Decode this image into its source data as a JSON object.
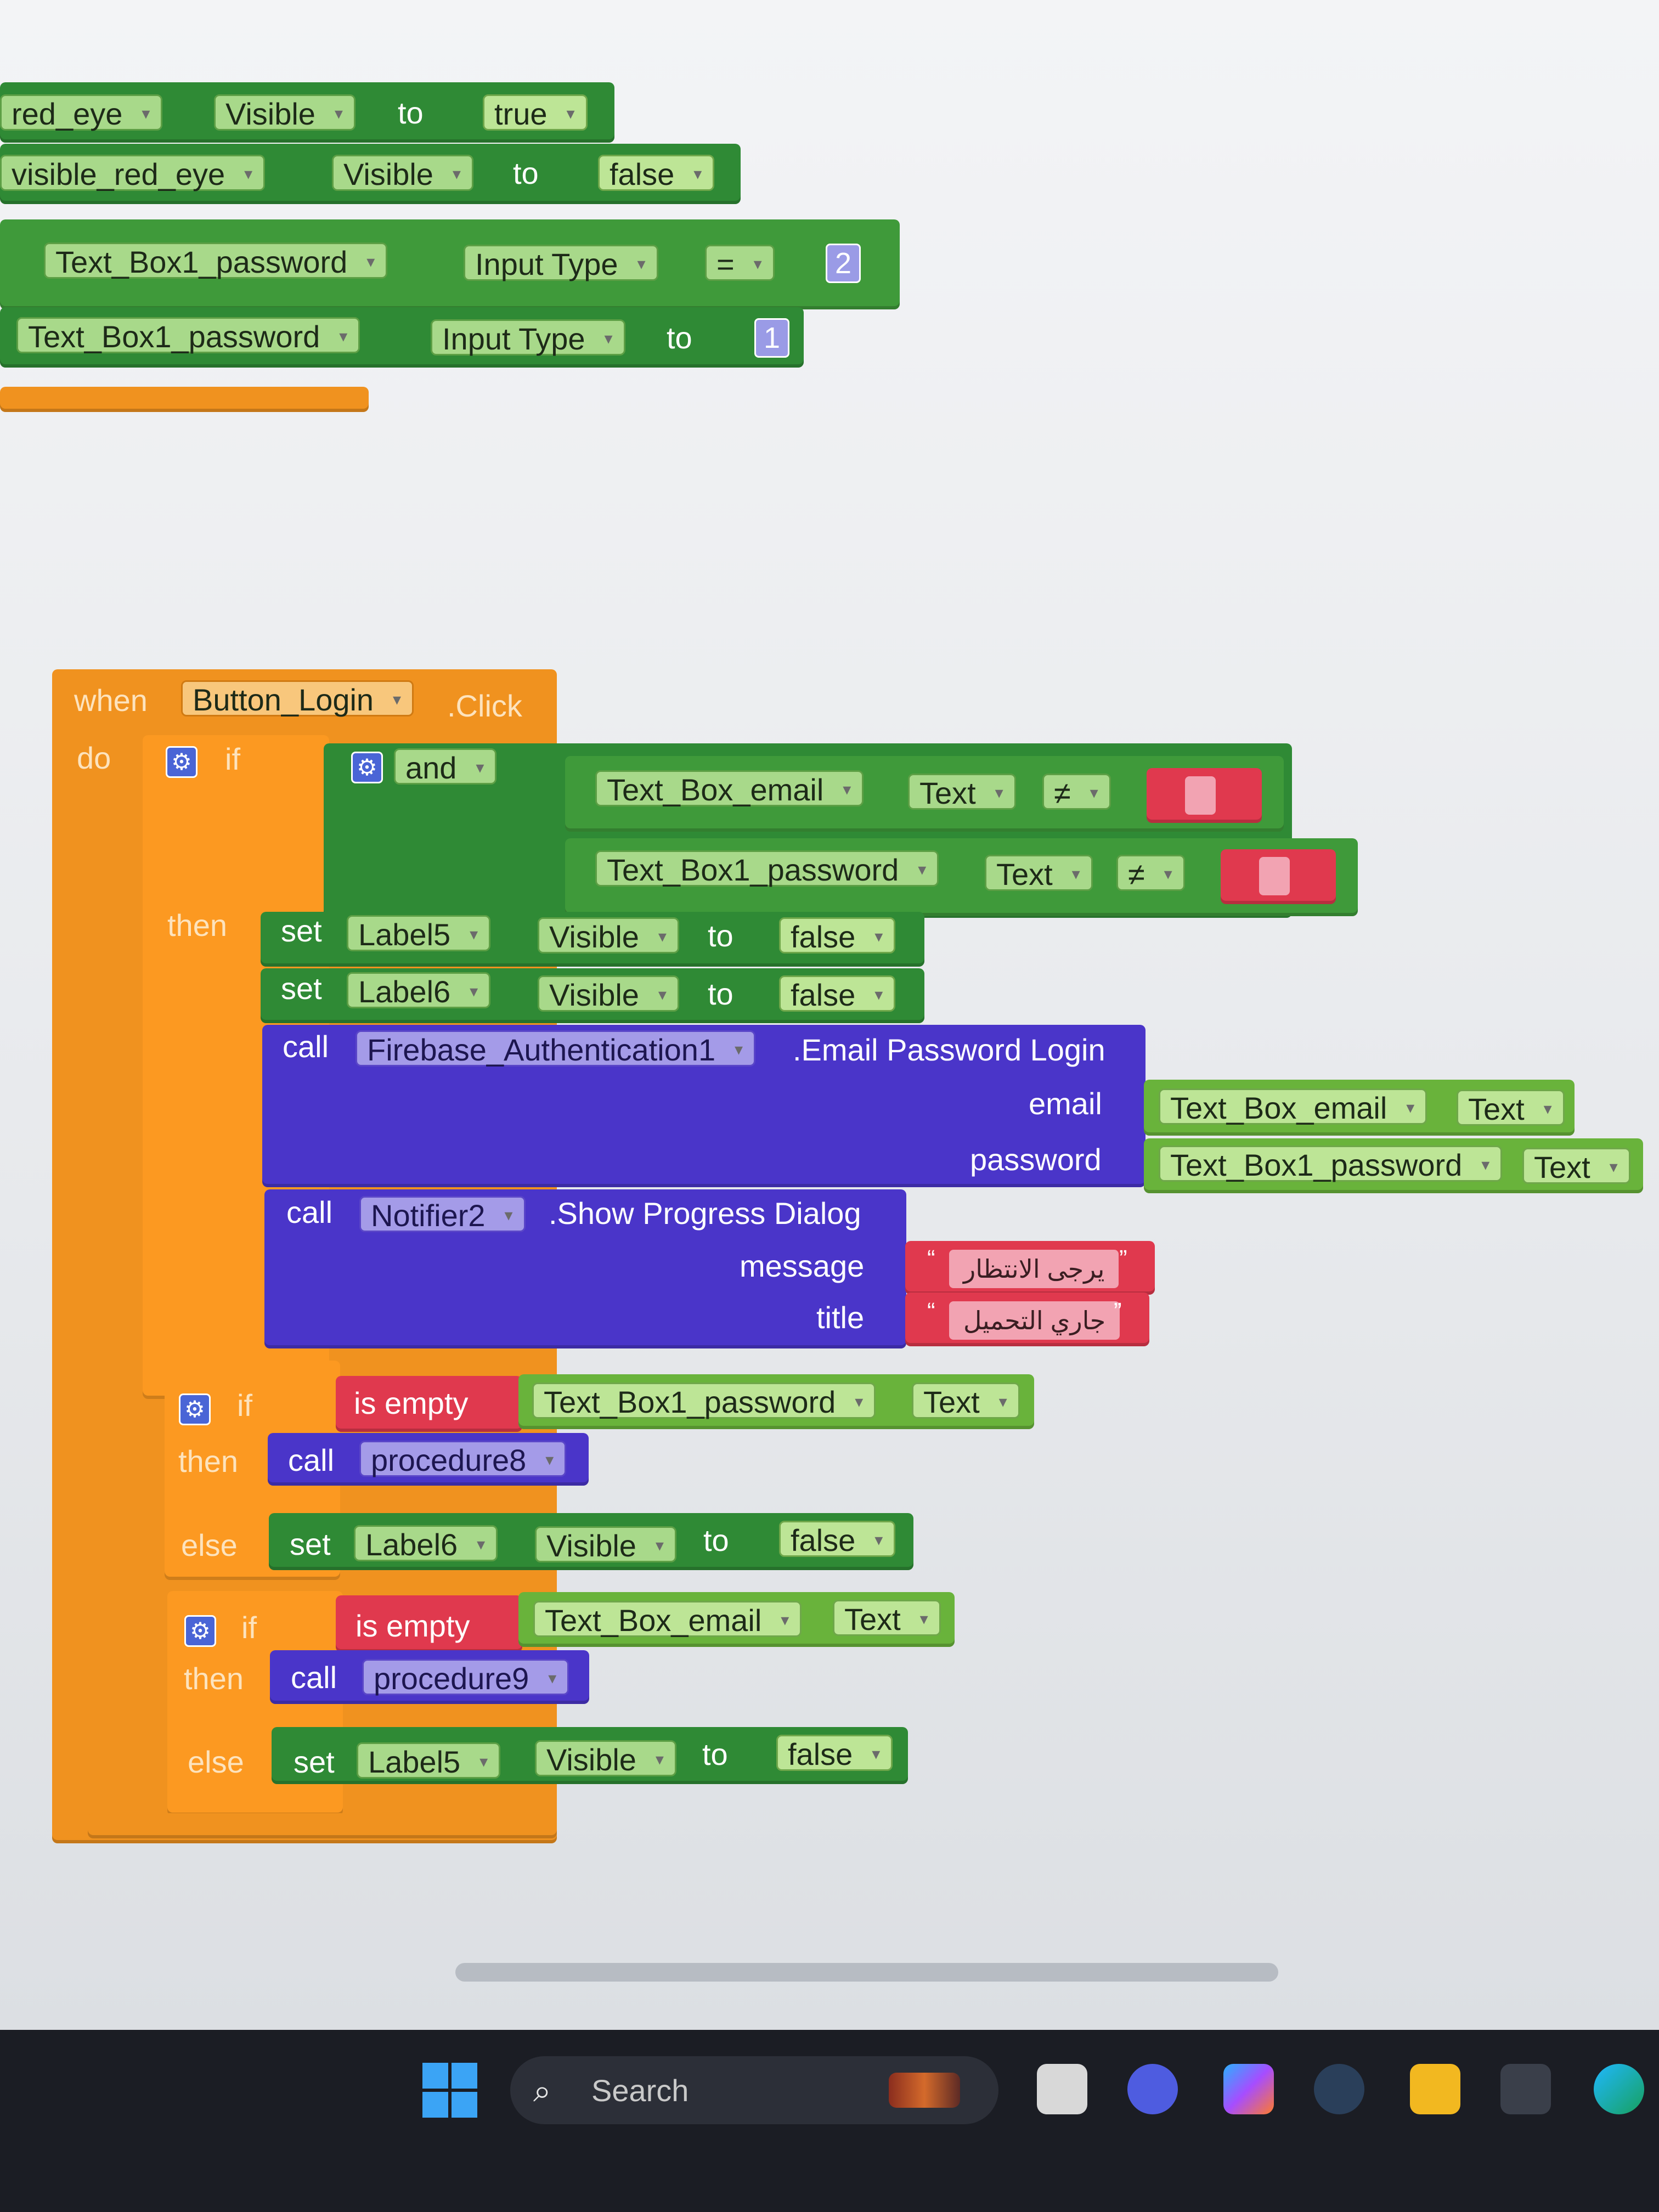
{
  "blocks": {
    "top": {
      "row1": {
        "component": "red_eye",
        "property": "Visible",
        "to": "to",
        "value": "true"
      },
      "row2": {
        "component": "visible_red_eye",
        "property": "Visible",
        "to": "to",
        "value": "false"
      },
      "row3": {
        "component": "Text_Box1_password",
        "property": "Input Type",
        "op": "=",
        "value": "2"
      },
      "row4": {
        "component": "Text_Box1_password",
        "property": "Input Type",
        "to": "to",
        "value": "1"
      }
    },
    "event": {
      "when": "when",
      "component": "Button_Login",
      "event": ".Click",
      "do": "do",
      "if": "if",
      "and": "and",
      "cond1": {
        "component": "Text_Box_email",
        "property": "Text",
        "op": "≠"
      },
      "cond2": {
        "component": "Text_Box1_password",
        "property": "Text",
        "op": "≠"
      },
      "then": "then",
      "set1": {
        "set": "set",
        "component": "Label5",
        "property": "Visible",
        "to": "to",
        "value": "false"
      },
      "set2": {
        "set": "set",
        "component": "Label6",
        "property": "Visible",
        "to": "to",
        "value": "false"
      },
      "call1": {
        "call": "call",
        "component": "Firebase_Authentication1",
        "method": ".Email Password Login",
        "email_label": "email",
        "password_label": "password",
        "email_comp": "Text_Box_email",
        "email_prop": "Text",
        "password_comp": "Text_Box1_password",
        "password_prop": "Text"
      },
      "call2": {
        "call": "call",
        "component": "Notifier2",
        "method": ".Show Progress Dialog",
        "message_label": "message",
        "title_label": "title",
        "message_value": "يرجى الانتظار",
        "title_value": "جاري التحميل"
      },
      "if2": {
        "if": "if",
        "is_empty": "is empty",
        "component": "Text_Box1_password",
        "property": "Text",
        "then": "then",
        "call": "call",
        "procedure": "procedure8",
        "else": "else",
        "set": "set",
        "else_component": "Label6",
        "else_property": "Visible",
        "to": "to",
        "else_value": "false"
      },
      "if3": {
        "if": "if",
        "is_empty": "is empty",
        "component": "Text_Box_email",
        "property": "Text",
        "then": "then",
        "call": "call",
        "procedure": "procedure9",
        "else": "else",
        "set": "set",
        "else_component": "Label5",
        "else_property": "Visible",
        "to": "to",
        "else_value": "false"
      }
    }
  },
  "taskbar": {
    "search_label": "Search"
  },
  "colors": {
    "orange": "#f0921f",
    "green": "#2f8a35",
    "purple": "#4a35c9",
    "red": "#e0394e"
  }
}
